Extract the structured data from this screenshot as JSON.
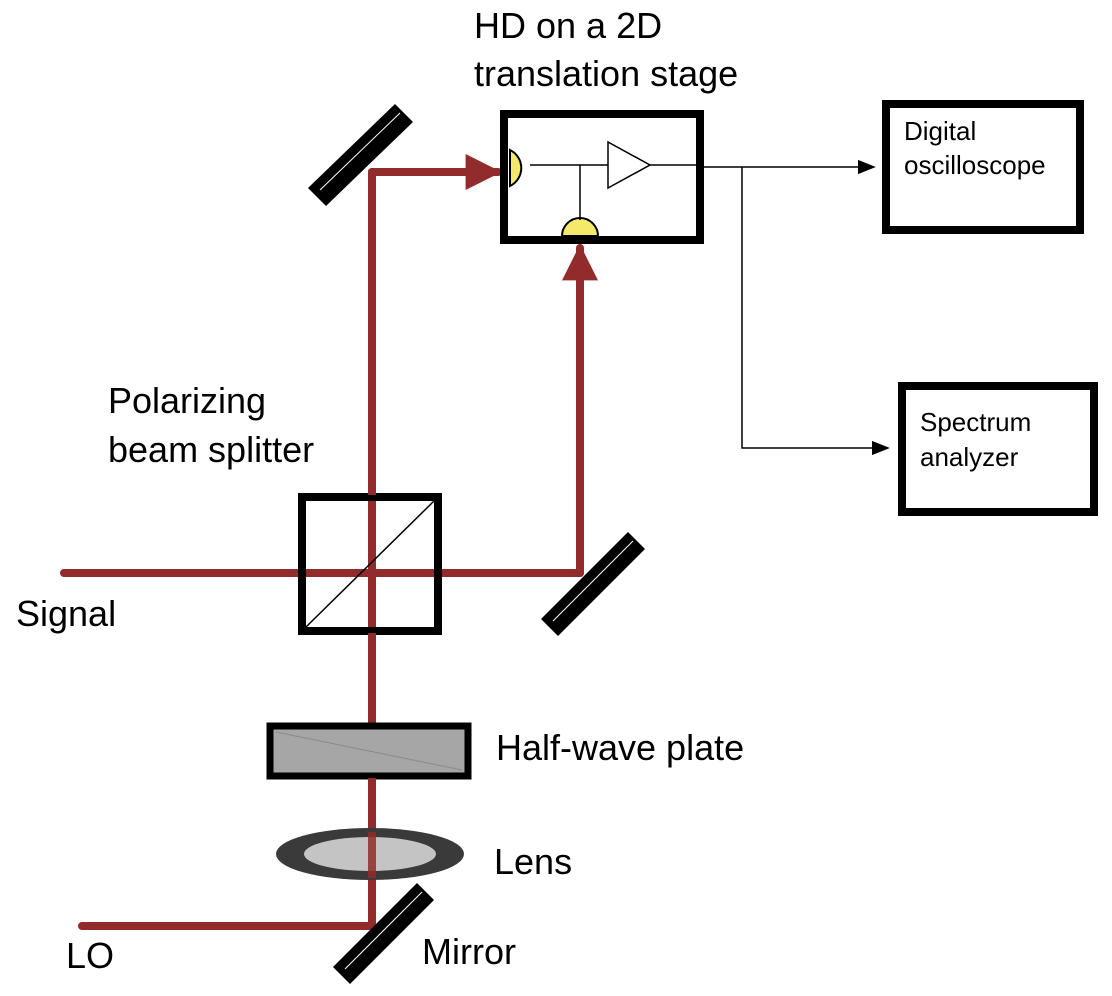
{
  "labels": {
    "hd_line1": "HD on a 2D",
    "hd_line2": "translation stage",
    "oscilloscope_line1": "Digital",
    "oscilloscope_line2": "oscilloscope",
    "spectrum_line1": "Spectrum",
    "spectrum_line2": "analyzer",
    "pbs_line1": "Polarizing",
    "pbs_line2": "beam splitter",
    "signal": "Signal",
    "half_wave_plate": "Half-wave plate",
    "lens": "Lens",
    "lo": "LO",
    "mirror": "Mirror"
  },
  "colors": {
    "beam": "#922b2b",
    "detector": "#f5e96a",
    "plate": "#a6a6a6",
    "lens_inner": "#c4c4c4",
    "lens_outer": "#3a3a3a"
  }
}
